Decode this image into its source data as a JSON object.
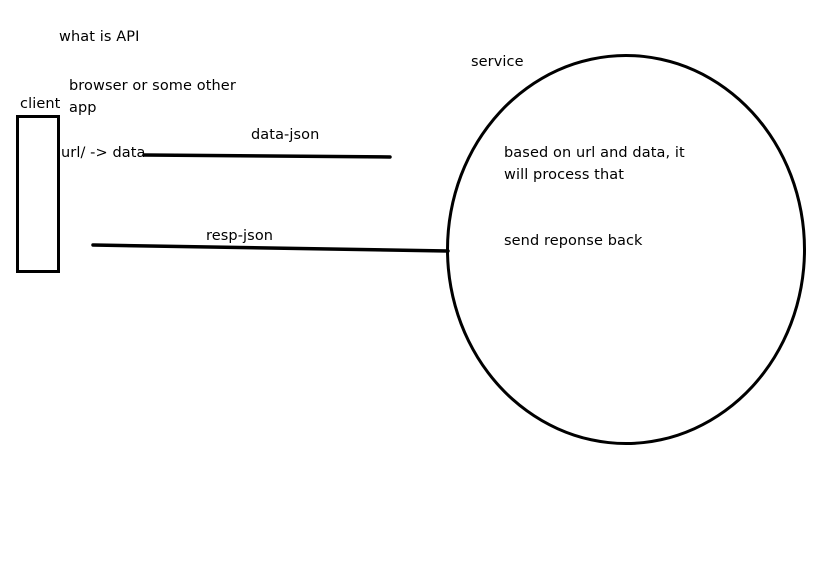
{
  "title": "what is API",
  "client": {
    "label": "client",
    "description_line1": "browser  or some other",
    "description_line2": "app",
    "request_text": "url/ -> data"
  },
  "arrows": {
    "request_label": "data-json",
    "response_label": "resp-json"
  },
  "service": {
    "label": "service",
    "process_line1": "based on url and data, it",
    "process_line2": "will process that",
    "response_text": "send reponse back"
  },
  "colors": {
    "stroke": "#000000",
    "background": "#ffffff"
  }
}
